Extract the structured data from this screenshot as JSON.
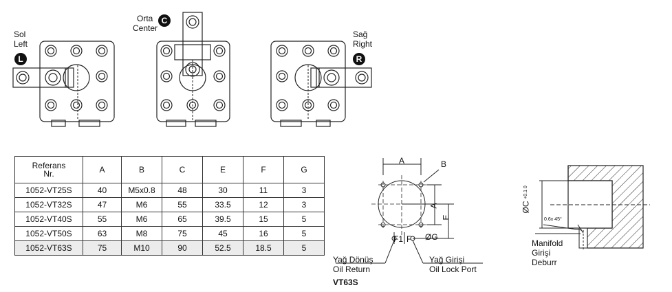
{
  "views": {
    "left": {
      "line1": "Sol",
      "line2": "Left",
      "badge": "L"
    },
    "center": {
      "line1": "Orta",
      "line2": "Center",
      "badge": "C"
    },
    "right": {
      "line1": "Sağ",
      "line2": "Right",
      "badge": "R"
    }
  },
  "table": {
    "headers": [
      "Referans Nr.",
      "A",
      "B",
      "C",
      "E",
      "F",
      "G"
    ],
    "rows": [
      [
        "1052-VT25S",
        "40",
        "M5x0.8",
        "48",
        "30",
        "11",
        "3"
      ],
      [
        "1052-VT32S",
        "47",
        "M6",
        "55",
        "33.5",
        "12",
        "3"
      ],
      [
        "1052-VT40S",
        "55",
        "M6",
        "65",
        "39.5",
        "15",
        "5"
      ],
      [
        "1052-VT50S",
        "63",
        "M8",
        "75",
        "45",
        "16",
        "5"
      ],
      [
        "1052-VT63S",
        "75",
        "M10",
        "90",
        "52.5",
        "18.5",
        "5"
      ]
    ]
  },
  "port_diagram": {
    "dim_a": "A",
    "dim_b": "B",
    "dim_a_vertical": "A",
    "dim_e": "E",
    "dim_f1": "F1",
    "dim_f": "F",
    "dim_g": "ØG",
    "return_tr": "Yağ Dönüş",
    "return_en": "Oil Return",
    "inlet_tr": "Yağ Girişi",
    "inlet_en": "Oil Lock Port",
    "model": "VT63S"
  },
  "manifold_diagram": {
    "dim_c": "ØC",
    "tolerance": "+0.1 0",
    "deburr_spec": "0.6x 45°",
    "note_line1": "Manifold",
    "note_line2": "Girişi",
    "note_line3": "Deburr"
  }
}
